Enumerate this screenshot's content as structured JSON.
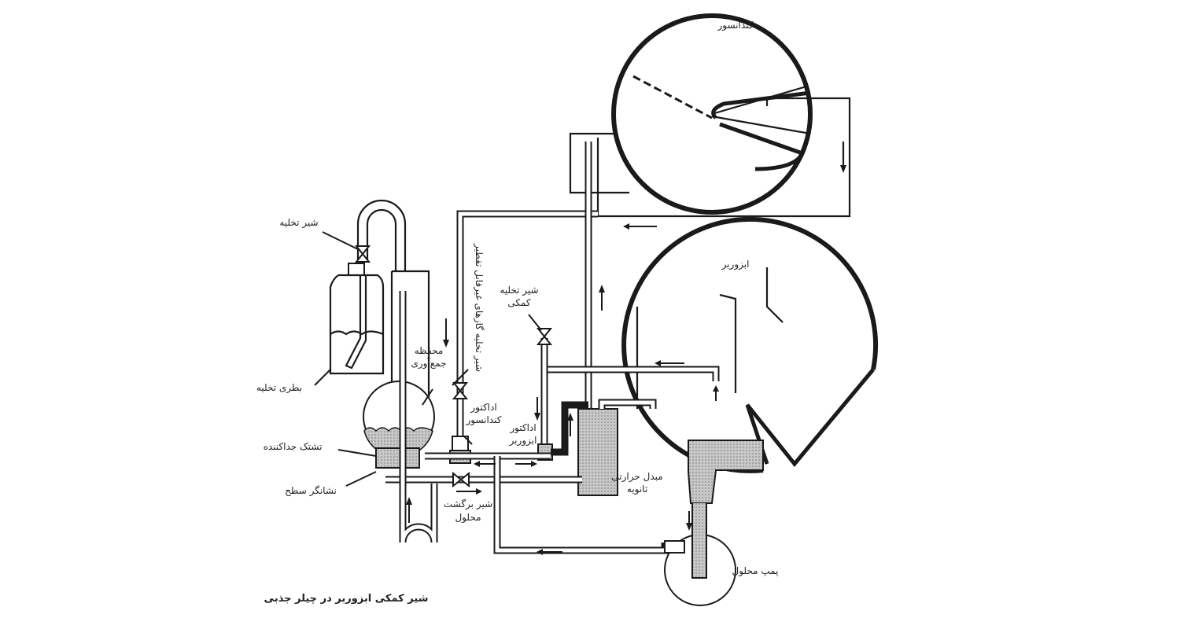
{
  "caption": "شیر کمکی ابزوربر در چیلر جذبی",
  "labels": {
    "condenser": "کندانسور",
    "absorber": "ابزوربر",
    "drain_valve": "شیر تخلیه",
    "drain_bottle": "بطری تخلیه",
    "collection_chamber_1": "محفظه",
    "collection_chamber_2": "جمع‌آوری",
    "noncondensable_valve": "شیر تخلیه گازهای غیرقابل تقطیر",
    "aux_drain_valve_1": "شیر تخلیه",
    "aux_drain_valve_2": "کمکی",
    "condenser_eductor_1": "اداکتور",
    "condenser_eductor_2": "کندانسور",
    "absorber_eductor_1": "اداکتور",
    "absorber_eductor_2": "ابزوربر",
    "separator_tray": "تشتک جداکننده",
    "level_indicator": "نشانگر سطح",
    "return_valve_1": "شیر برگشت",
    "return_valve_2": "محلول",
    "secondary_hx_1": "مبدل حرارتی",
    "secondary_hx_2": "ثانویه",
    "solution_pump": "پمپ محلول"
  }
}
